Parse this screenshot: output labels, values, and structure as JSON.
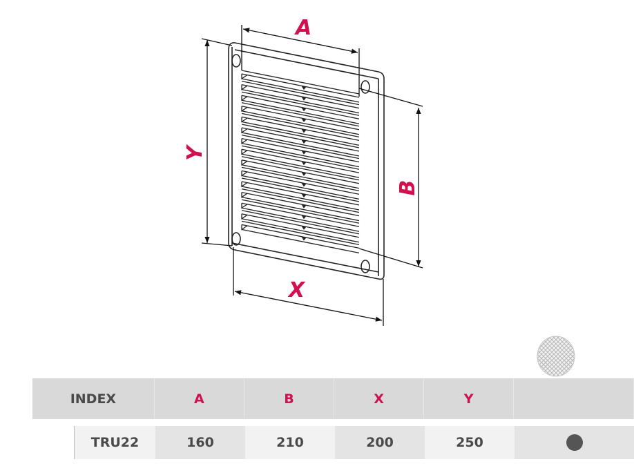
{
  "diagram": {
    "labels": {
      "a": "A",
      "b": "B",
      "x": "X",
      "y": "Y"
    },
    "louver_count": 15,
    "accent_color": "#d0104f"
  },
  "table": {
    "headers": [
      "INDEX",
      "A",
      "B",
      "X",
      "Y",
      ""
    ],
    "rows": [
      {
        "index": "TRU22",
        "a": "160",
        "b": "210",
        "x": "200",
        "y": "250",
        "insect_mesh": true
      }
    ]
  }
}
